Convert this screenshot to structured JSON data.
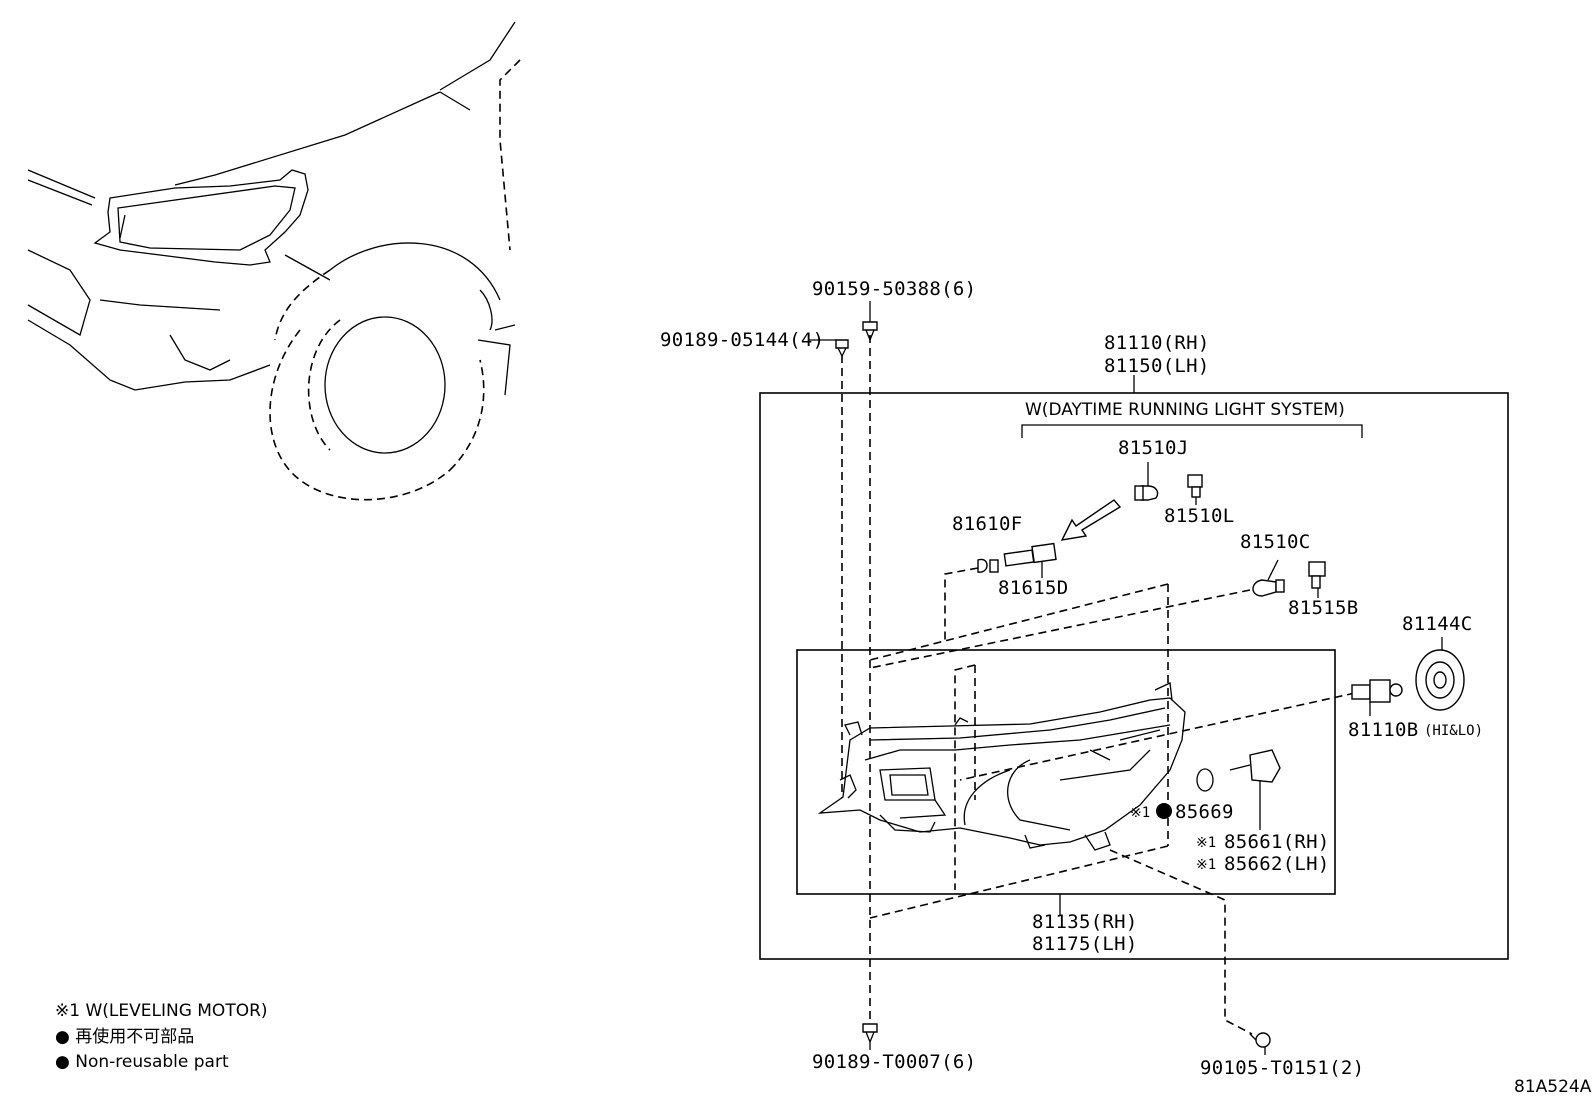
{
  "diagram": {
    "id_code": "81A524A",
    "condition_label": "W(DAYTIME RUNNING LIGHT SYSTEM)",
    "parts": {
      "headlamp_assy_rh": "81110(RH)",
      "headlamp_assy_lh": "81150(LH)",
      "housing_rh": "81135(RH)",
      "housing_lh": "81175(LH)",
      "bulb_81510j": "81510J",
      "socket_81510l": "81510L",
      "bulb_81610f": "81610F",
      "socket_81615d": "81615D",
      "bulb_81510c": "81510C",
      "socket_81515b": "81515B",
      "cover_81144c": "81144C",
      "bulb_81110b": "81110B",
      "bulb_81110b_note": "(HI&LO)",
      "oring_85669": "85669",
      "motor_rh": "85661(RH)",
      "motor_lh": "85662(LH)",
      "clip_top": "90159-50388(6)",
      "screw_left": "90189-05144(4)",
      "screw_bottom": "90189-T0007(6)",
      "screw_bottom_right": "90105-T0151(2)"
    },
    "marks": {
      "note_mark": "※1",
      "bullet": "●"
    },
    "legend": {
      "note1": "※1 W(LEVELING MOTOR)",
      "nonreusable_ja": "● 再使用不可部品",
      "nonreusable_en": "● Non-reusable part"
    }
  }
}
